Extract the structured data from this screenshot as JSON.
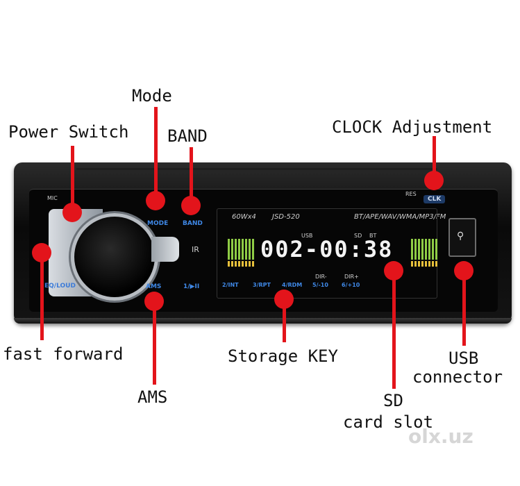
{
  "labels": {
    "mode": "Mode",
    "power": "Power Switch",
    "band": "BAND",
    "clock": "CLOCK Adjustment",
    "fast_forward": "fast forward",
    "storage": "Storage KEY",
    "usb_line1": "USB",
    "usb_line2": "connector",
    "ams": "AMS",
    "sd_line1": "SD",
    "sd_line2": "card slot"
  },
  "device": {
    "mic": "MIC",
    "mode_btn": "MODE",
    "band_btn": "BAND",
    "res": "RES",
    "clk": "CLK",
    "power_rating": "60Wx4",
    "model": "JSD-520",
    "formats": "BT/APE/WAV/WMA/MP3/FM",
    "usb_tag": "USB",
    "sd_tag": "SD",
    "bt_tag": "BT",
    "display_text": "002-00:38",
    "eq_loud": "EQ/LOUD",
    "ams_btn": "AMS",
    "play_btn": "1/▶II",
    "btn2": "2/INT",
    "btn3": "3/RPT",
    "btn4": "4/RDM",
    "btn5": "5/-10",
    "btn6": "6/+10",
    "dir_minus": "DIR-",
    "dir_plus": "DIR+",
    "ir": "IR"
  },
  "colors": {
    "callout": "#e3141b",
    "button_blue": "#3f88e6",
    "display_green": "#9ee24c"
  },
  "watermark": "olx.uz"
}
